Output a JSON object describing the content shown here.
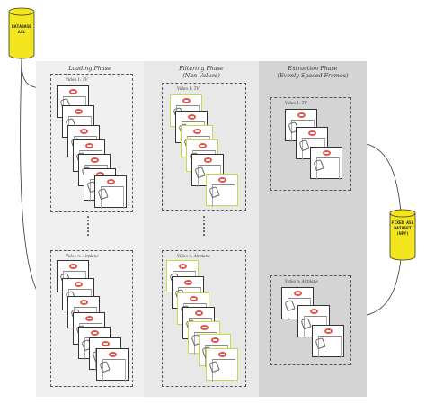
{
  "source_db": {
    "label": "DATABASE ASL"
  },
  "output_db": {
    "label": "FIXED ASL DATASET (NPY)"
  },
  "phases": [
    {
      "title_line1": "Loading Phase",
      "title_line2": ""
    },
    {
      "title_line1": "Filtering Phase",
      "title_line2": "(Nan Values)"
    },
    {
      "title_line1": "Extraction Phase",
      "title_line2": "(Evenly Spaced Frames)"
    }
  ],
  "groups": {
    "loading_top": "Video 1:   TV",
    "loading_bottom": "Video n:   Airplane",
    "filtering_top": "Video 1:   TV",
    "filtering_bottom": "Video n:   Airplane",
    "extraction_top": "Video 1:   TV",
    "extraction_bottom": "Video n:   Airplane"
  },
  "colors": {
    "cylinder": "#f3e61f",
    "arrow": "#f2b43a",
    "filtered_frame": "#c7d94a",
    "phase1_bg": "#f0f0f0",
    "phase2_bg": "#e8e8e8",
    "phase3_bg": "#d4d4d4"
  }
}
